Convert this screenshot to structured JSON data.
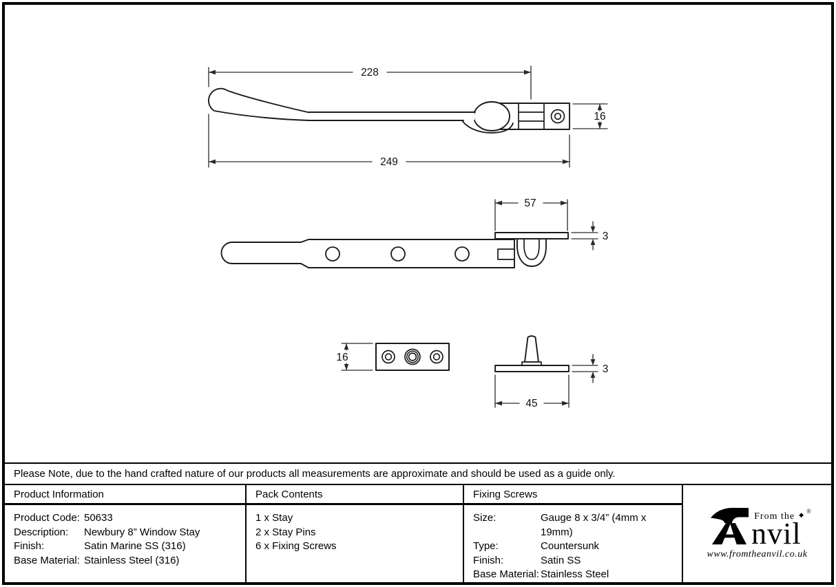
{
  "note": "Please Note, due to the hand crafted nature of our products all measurements are approximate and should be used as a guide only.",
  "dimensions": {
    "side_view": {
      "upper_length": "228",
      "overall_length": "249",
      "bracket_height": "16"
    },
    "plan_view": {
      "keeper_length": "57",
      "keeper_thickness": "3"
    },
    "plate_view": {
      "plate_height": "16"
    },
    "pin_view": {
      "base_width": "45",
      "base_thickness": "3"
    }
  },
  "table": {
    "product_information": {
      "title": "Product Information",
      "rows": [
        {
          "label": "Product Code:",
          "value": "50633"
        },
        {
          "label": "Description:",
          "value": "Newbury 8” Window Stay"
        },
        {
          "label": "Finish:",
          "value": "Satin Marine SS (316)"
        },
        {
          "label": "Base Material:",
          "value": "Stainless Steel (316)"
        }
      ]
    },
    "pack_contents": {
      "title": "Pack Contents",
      "items": [
        "1 x Stay",
        "2 x Stay Pins",
        "6 x Fixing Screws"
      ]
    },
    "fixing_screws": {
      "title": "Fixing Screws",
      "rows": [
        {
          "label": "Size:",
          "value": "Gauge 8 x 3/4” (4mm x 19mm)"
        },
        {
          "label": "Type:",
          "value": "Countersunk"
        },
        {
          "label": "Finish:",
          "value": "Satin SS"
        },
        {
          "label": "Base Material:",
          "value": "Stainless Steel"
        }
      ]
    }
  },
  "logo": {
    "brand": "Anvil",
    "prefix": "From the",
    "brand_suffix": "nvil",
    "registered": "®",
    "diamond": "◆",
    "website": "www.fromtheanvil.co.uk"
  }
}
